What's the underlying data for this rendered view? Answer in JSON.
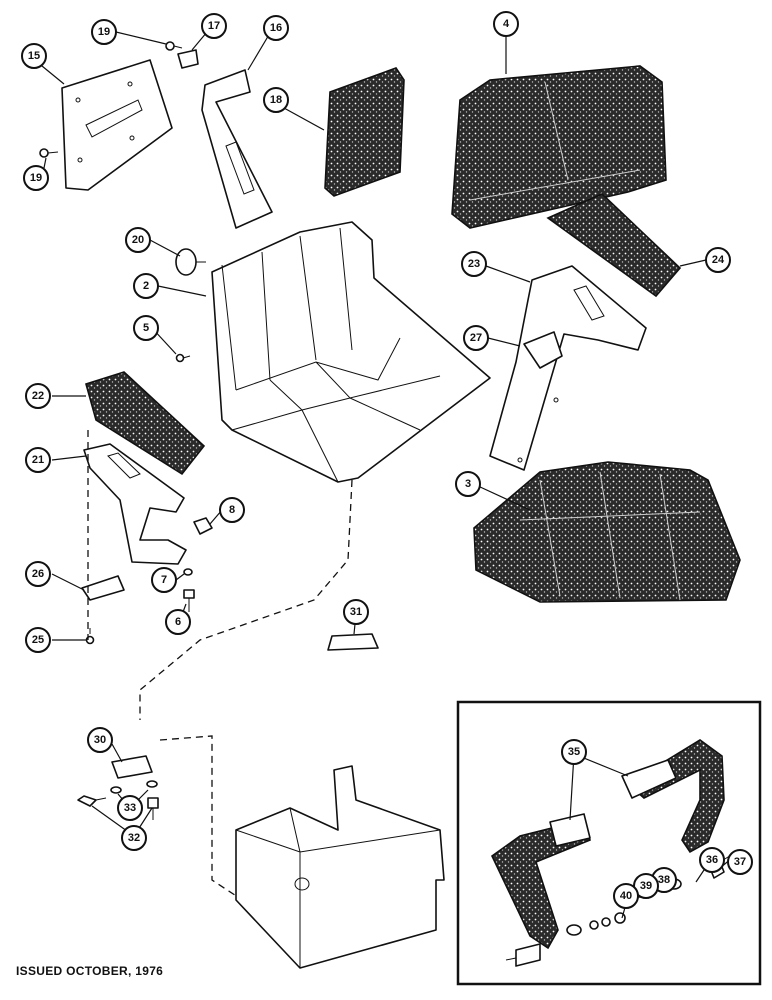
{
  "footer": "ISSUED OCTOBER, 1976",
  "callouts": {
    "c2": "2",
    "c3": "3",
    "c4": "4",
    "c5": "5",
    "c6": "6",
    "c7": "7",
    "c8": "8",
    "c15": "15",
    "c16": "16",
    "c17": "17",
    "c18": "18",
    "c19a": "19",
    "c19b": "19",
    "c20": "20",
    "c21": "21",
    "c22": "22",
    "c23": "23",
    "c24": "24",
    "c25": "25",
    "c26": "26",
    "c27": "27",
    "c30": "30",
    "c31": "31",
    "c32": "32",
    "c33": "33",
    "c35": "35",
    "c36": "36",
    "c37": "37",
    "c38": "38",
    "c39": "39",
    "c40": "40"
  }
}
